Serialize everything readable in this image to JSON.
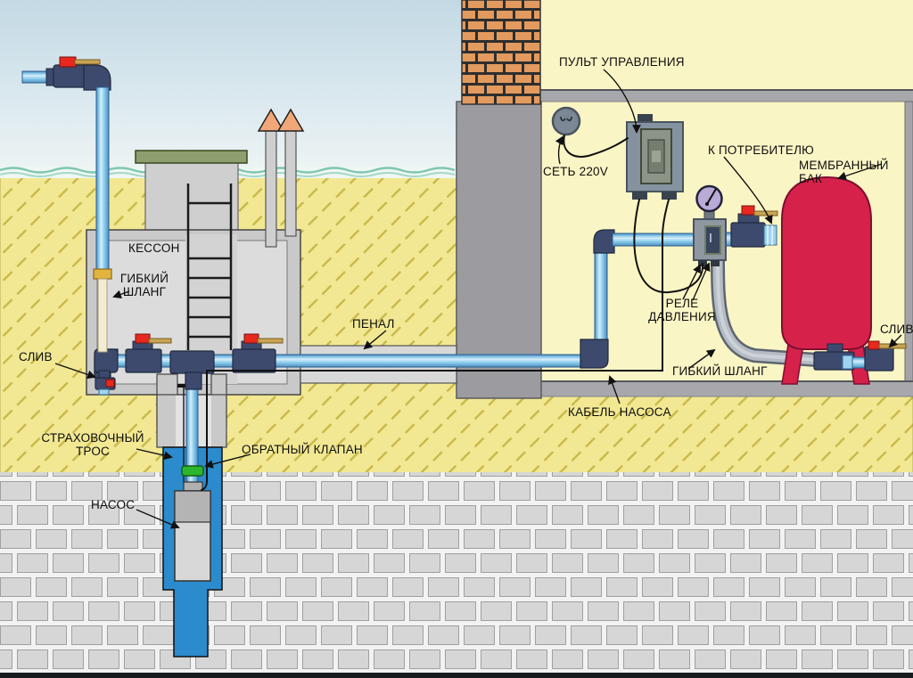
{
  "diagram": {
    "subject": "well water supply system schematic",
    "labels": {
      "control_panel": "ПУЛЬТ УПРАВЛЕНИЯ",
      "mains": "СЕТЬ 220V",
      "to_consumer": "К ПОТРЕБИТЕЛЮ",
      "membrane_tank": "МЕМБРАННЫЙ БАК",
      "caisson": "КЕССОН",
      "flexible_hose_caisson": "ГИБКИЙ\nШЛАНГ",
      "drain_caisson": "СЛИВ",
      "conduit": "ПЕНАЛ",
      "pressure_switch": "РЕЛЕ\nДАВЛЕНИЯ",
      "flexible_hose_house": "ГИБКИЙ ШЛАНГ",
      "drain_tank": "СЛИВ",
      "pump_cable": "КАБЕЛЬ НАСОСА",
      "safety_rope": "СТРАХОВОЧНЫЙ\nТРОС",
      "check_valve": "ОБРАТНЫЙ КЛАПАН",
      "pump": "НАСОС"
    },
    "colors": {
      "sky_top": "#c3d9e4",
      "soil": "#f2e893",
      "soil_hatch": "#c9b94a",
      "interior": "#faf5c5",
      "structure_gray": "#9b9ba0",
      "pipe_blue": "#7cc0e4",
      "well_water": "#2b8bcd",
      "fitting_dark": "#3d4a6e",
      "valve_red": "#e8281e",
      "handle_tan": "#c9a456",
      "tank_red": "#d6214b",
      "check_valve_green": "#2db52d",
      "brick_red": "#e29a5e",
      "hatch_lid_green": "#8e9e6e"
    }
  }
}
